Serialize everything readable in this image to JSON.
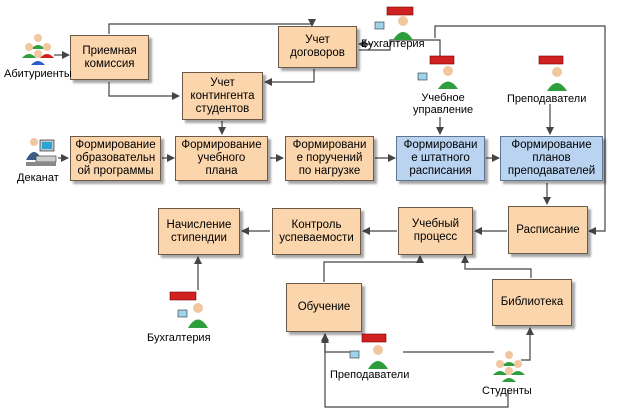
{
  "boxes": {
    "priem": "Приемная\nкомиссия",
    "dogovory": "Учет\nдоговоров",
    "kontingent": "Учет\nконтингента\nстудентов",
    "form_obr": "Формирование\nобразовательн\nой программы",
    "form_ucheb": "Формирование\nучебного\nплана",
    "form_poruch": "Формировани\nе поручений\nпо нагрузке",
    "form_shtat": "Формировани\nе штатного\nрасписания",
    "form_planov": "Формирование\nпланов\nпреподавателей",
    "nachislenie": "Начисление\nстипендии",
    "kontrol": "Контроль\nуспеваемости",
    "process": "Учебный\nпроцесс",
    "raspisanie": "Расписание",
    "obuchenie": "Обучение",
    "biblioteka": "Библиотека"
  },
  "actors": {
    "abiturienty": "Абитуриенты",
    "buhgalteria_top": "Бухгалтерия",
    "uchebnoe": "Учебное\nуправление",
    "prepodavateli_top": "Преподаватели",
    "dekanat": "Деканат",
    "buhgalteria_bottom": "Бухгалтерия",
    "prepodavateli_bottom": "Преподаватели",
    "studenty": "Студенты"
  },
  "colors": {
    "box_fill": "#fbd5ac",
    "box_blue_fill": "#b9d3f1",
    "person_green": "#2e9e3c",
    "computer_red": "#d02020",
    "line": "#444444"
  }
}
